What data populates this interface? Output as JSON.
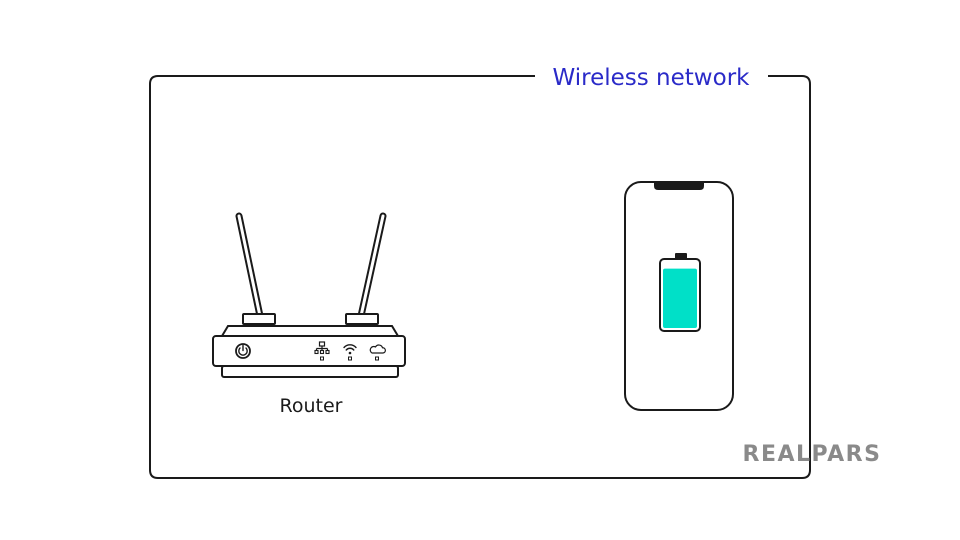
{
  "network": {
    "title": "Wireless network"
  },
  "router": {
    "label": "Router",
    "indicator_icons": [
      "power-icon",
      "ethernet-icon",
      "wifi-icon",
      "cloud-icon"
    ]
  },
  "phone": {
    "battery_level": 0.9
  },
  "brand": {
    "name": "REALPARS"
  },
  "colors": {
    "title": "#2a2ac8",
    "outline": "#1a1a1a",
    "battery_fill": "#00e0c8",
    "brand": "#8a8a8a",
    "background": "#ffffff"
  }
}
